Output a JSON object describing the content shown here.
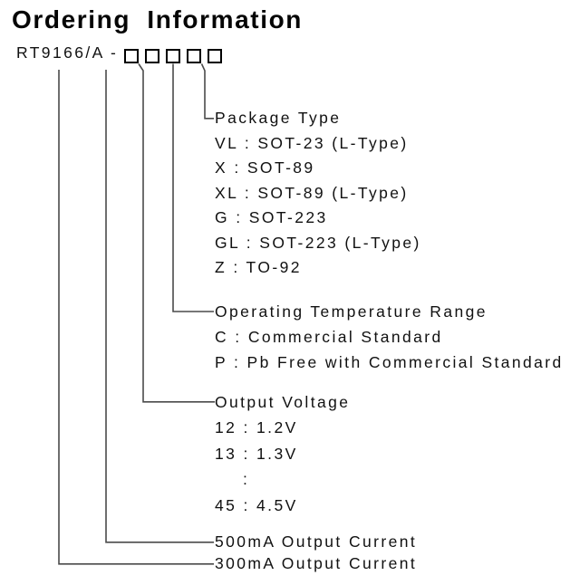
{
  "title": "Ordering Information",
  "part_number": {
    "prefix": "RT9166/A -",
    "box_count": "5"
  },
  "callouts": {
    "package": {
      "heading": "Package Type",
      "options": [
        "VL : SOT-23 (L-Type)",
        "X : SOT-89",
        "XL : SOT-89 (L-Type)",
        "G : SOT-223",
        "GL : SOT-223 (L-Type)",
        "Z : TO-92"
      ]
    },
    "temperature": {
      "heading": "Operating Temperature Range",
      "options": [
        "C : Commercial Standard",
        "P : Pb Free with Commercial Standard"
      ]
    },
    "voltage": {
      "heading": "Output Voltage",
      "options": [
        "12 : 1.2V",
        "13 : 1.3V",
        ":",
        "45 : 4.5V"
      ]
    },
    "current_500": "500mA Output Current",
    "current_300": "300mA Output Current"
  },
  "colors": {
    "text": "#111111",
    "line": "#4a4a4a",
    "box_border": "#000000"
  }
}
